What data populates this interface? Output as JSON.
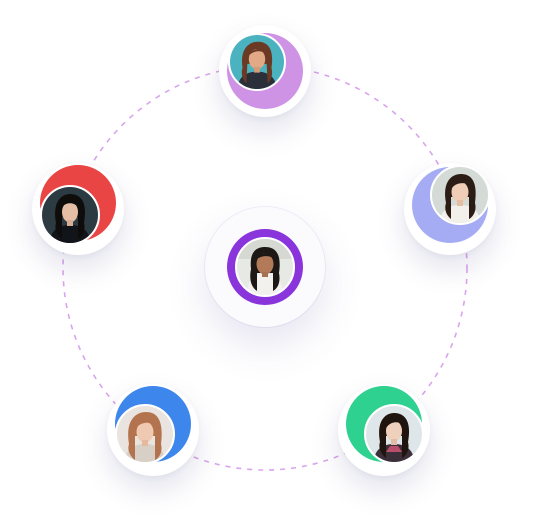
{
  "colors": {
    "orbit_dash": "#d9a4ec",
    "center_ring": "#8a35dc",
    "top_accent": "#cf93e6",
    "left_accent": "#ea4545",
    "right_accent": "#a5acf4",
    "bottom_left_accent": "#3d86ec",
    "bottom_right_accent": "#2ed18f"
  },
  "avatars": [
    {
      "slot": "center",
      "icon": "user-avatar-photo"
    },
    {
      "slot": "top",
      "icon": "user-avatar-photo"
    },
    {
      "slot": "left",
      "icon": "user-avatar-photo"
    },
    {
      "slot": "right",
      "icon": "user-avatar-photo"
    },
    {
      "slot": "bottom-left",
      "icon": "user-avatar-photo"
    },
    {
      "slot": "bottom-right",
      "icon": "user-avatar-photo"
    }
  ]
}
